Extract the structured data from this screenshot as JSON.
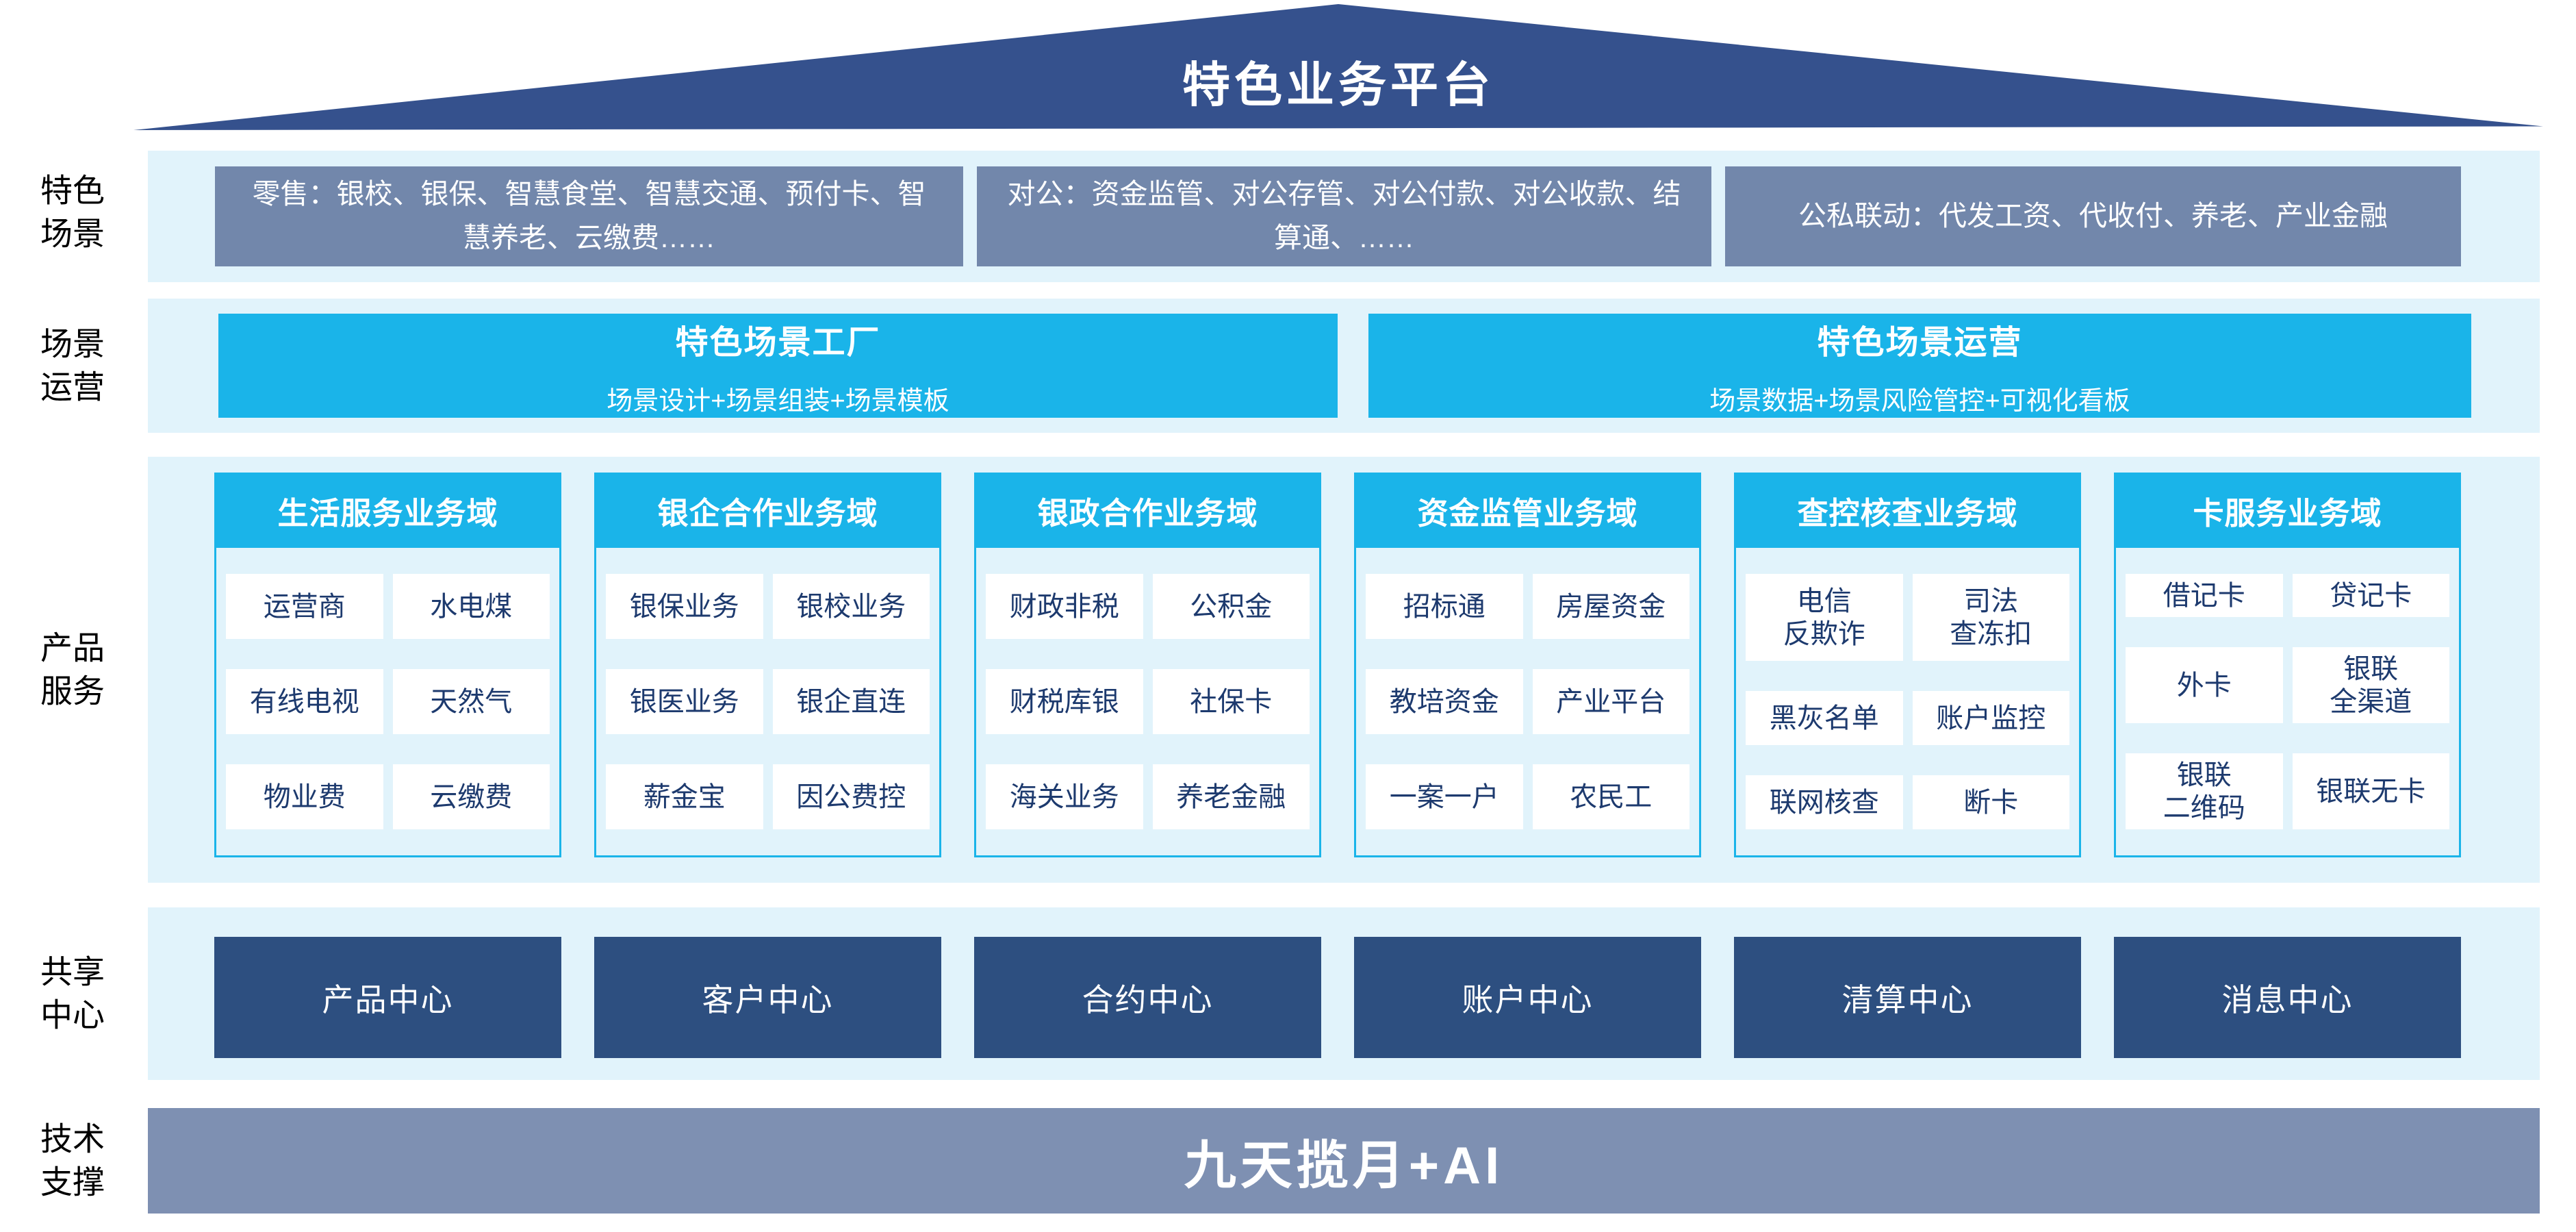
{
  "page_title": "特色业务平台",
  "colors": {
    "roof_navy": "#35518d",
    "panel_blue": "#e1f3fb",
    "cyan": "#1ab4e9",
    "steel_blue": "#7287ab",
    "center_navy": "#2d4f80",
    "tech_gray_blue": "#7e90b2",
    "cell_text_navy": "#1d3a6e"
  },
  "sidebar_labels": {
    "scenes": "特色\n场景",
    "operation": "场景\n运营",
    "products": "产品\n服务",
    "shared": "共享\n中心",
    "tech": "技术\n支撑"
  },
  "scene_row": {
    "items": [
      "零售：银校、银保、智慧食堂、智慧交通、预付卡、智慧养老、云缴费……",
      "对公：资金监管、对公存管、对公付款、对公收款、结算通、……",
      "公私联动：代发工资、代收付、养老、产业金融"
    ]
  },
  "operation_row": {
    "cards": [
      {
        "title": "特色场景工厂",
        "subtitle": "场景设计+场景组装+场景模板"
      },
      {
        "title": "特色场景运营",
        "subtitle": "场景数据+场景风险管控+可视化看板"
      }
    ]
  },
  "product_row": {
    "domains": [
      {
        "header": "生活服务业务域",
        "items": [
          "运营商",
          "水电煤",
          "有线电视",
          "天然气",
          "物业费",
          "云缴费"
        ]
      },
      {
        "header": "银企合作业务域",
        "items": [
          "银保业务",
          "银校业务",
          "银医业务",
          "银企直连",
          "薪金宝",
          "因公费控"
        ]
      },
      {
        "header": "银政合作业务域",
        "items": [
          "财政非税",
          "公积金",
          "财税库银",
          "社保卡",
          "海关业务",
          "养老金融"
        ]
      },
      {
        "header": "资金监管业务域",
        "items": [
          "招标通",
          "房屋资金",
          "教培资金",
          "产业平台",
          "一案一户",
          "农民工"
        ]
      },
      {
        "header": "查控核查业务域",
        "items": [
          "电信\n反欺诈",
          "司法\n查冻扣",
          "黑灰名单",
          "账户监控",
          "联网核查",
          "断卡"
        ]
      },
      {
        "header": "卡服务业务域",
        "items": [
          "借记卡",
          "贷记卡",
          "外卡",
          "银联\n全渠道",
          "银联\n二维码",
          "银联无卡"
        ]
      }
    ]
  },
  "shared_row": {
    "centers": [
      "产品中心",
      "客户中心",
      "合约中心",
      "账户中心",
      "清算中心",
      "消息中心"
    ]
  },
  "tech_row": {
    "banner": "九天揽月+AI"
  }
}
